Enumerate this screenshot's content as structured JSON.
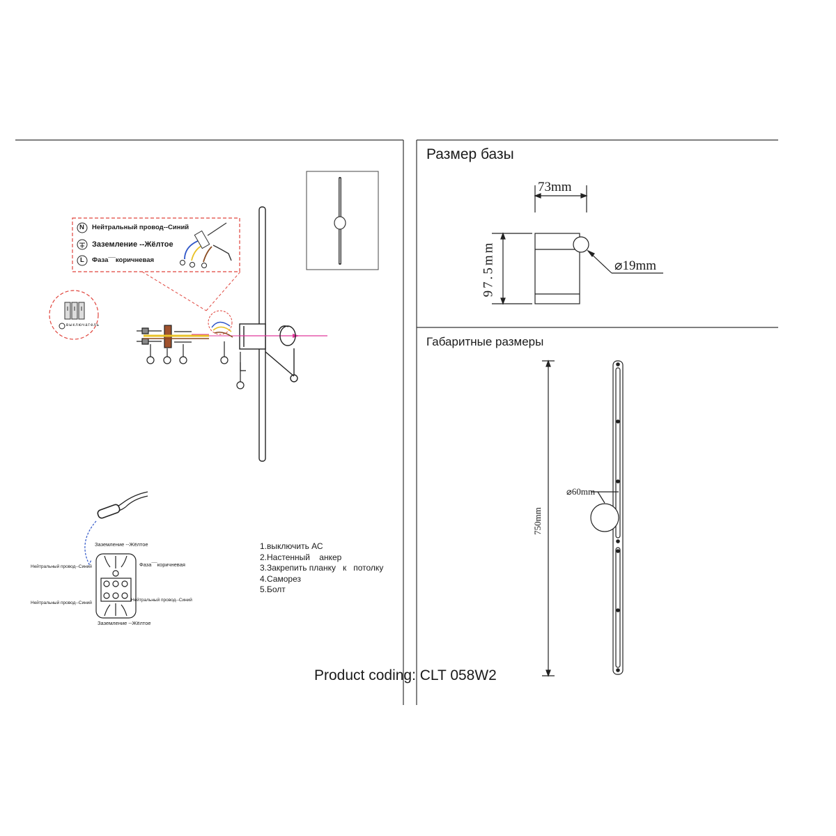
{
  "base_panel": {
    "title": "Размер базы",
    "width_label": "73mm",
    "height_label": "97.5mm",
    "diameter_label": "⌀19mm"
  },
  "overall_panel": {
    "title": "Габаритные размеры",
    "length_label": "750mm",
    "diameter_label": "⌀60mm"
  },
  "wiring_legend": {
    "neutral_symbol": "N",
    "neutral": "Нейтральный провод--Синий",
    "ground": "Заземление --Жёлтое",
    "phase_symbol": "L",
    "phase": "Фаза¯¯коричневая",
    "switch_caption": "выключатель"
  },
  "terminal_block": {
    "ground_top": "Заземление --Жёлтое",
    "neutral_left": "Нейтральный провод--Синий",
    "phase_right": "Фаза¯¯коричневая",
    "neutral_left_bottom": "Нейтральный провод--Синий",
    "neutral_right_bottom": "Нейтральный провод--Синий",
    "ground_bottom": "Заземление --Жёлтое"
  },
  "steps": [
    "1.выключить АС",
    "2.Настенный    анкер",
    "3.Закрепить планку   к   потолку",
    "4.Саморез",
    "5.Болт"
  ],
  "product_coding": "Product coding: CLT 058W2",
  "colors": {
    "line": "#1a1a1a",
    "callout_red": "#e0443c",
    "wire_blue": "#2f56c8",
    "wire_yellow": "#e9c227",
    "wire_brown": "#8a4a20",
    "arrow_magenta": "#e0379a"
  }
}
